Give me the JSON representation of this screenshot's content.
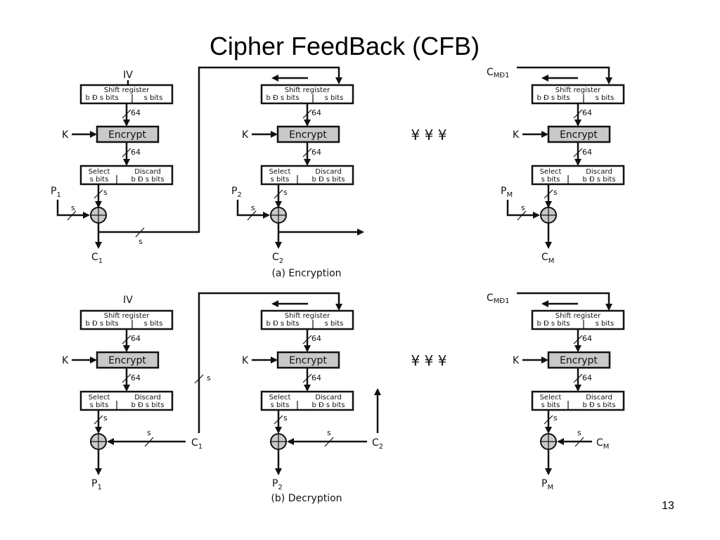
{
  "slide": {
    "title": "Cipher FeedBack (CFB)",
    "page_number": "13"
  },
  "common": {
    "shift_register": "Shift register",
    "sr_left": "b Đ s bits",
    "sr_right": "s bits",
    "select": "Select",
    "select_bits": "s bits",
    "discard": "Discard",
    "discard_bits": "b Đ s bits",
    "encrypt": "Encrypt",
    "width_64": "64",
    "s": "s",
    "key": "K",
    "continuation": "¥   ¥   ¥"
  },
  "encryption": {
    "caption": "(a) Encryption",
    "stage1": {
      "input": "IV",
      "plain": "P",
      "plain_sub": "1",
      "cipher": "C",
      "cipher_sub": "1"
    },
    "stage2": {
      "plain": "P",
      "plain_sub": "2",
      "cipher": "C",
      "cipher_sub": "2"
    },
    "stageM": {
      "input": "C",
      "input_sub": "MĐ1",
      "plain": "P",
      "plain_sub": "M",
      "cipher": "C",
      "cipher_sub": "M"
    }
  },
  "decryption": {
    "caption": "(b) Decryption",
    "stage1": {
      "input": "IV",
      "cipher": "C",
      "cipher_sub": "1",
      "plain": "P",
      "plain_sub": "1"
    },
    "stage2": {
      "cipher": "C",
      "cipher_sub": "2",
      "plain": "P",
      "plain_sub": "2"
    },
    "stageM": {
      "input": "C",
      "input_sub": "MĐ1",
      "cipher": "C",
      "cipher_sub": "M",
      "plain": "P",
      "plain_sub": "M"
    }
  }
}
